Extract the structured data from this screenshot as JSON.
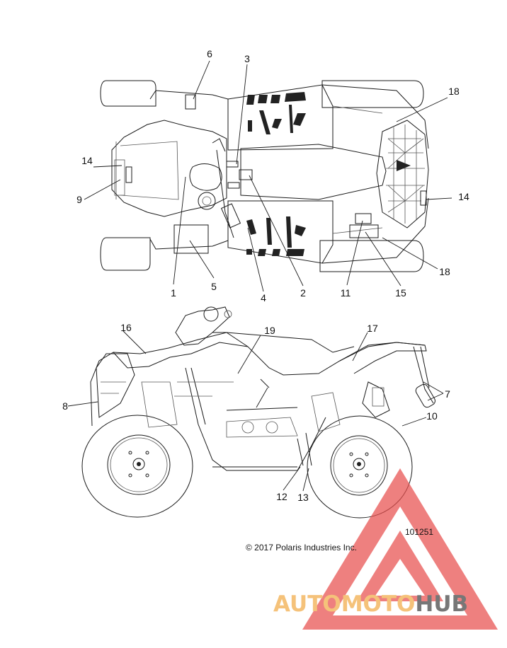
{
  "callouts": {
    "c1": "1",
    "c2": "2",
    "c3": "3",
    "c4": "4",
    "c5": "5",
    "c6": "6",
    "c7": "7",
    "c8": "8",
    "c9": "9",
    "c10": "10",
    "c11": "11",
    "c12": "12",
    "c13": "13",
    "c14a": "14",
    "c14b": "14",
    "c15": "15",
    "c16": "16",
    "c17": "17",
    "c18a": "18",
    "c18b": "18",
    "c19": "19"
  },
  "figure_id": "101251",
  "copyright": "© 2017 Polaris Industries Inc.",
  "watermark": {
    "part1": "AUTOMOTO",
    "part2": "HUB",
    "color_primary": "#f5c27a",
    "color_secondary": "#777777",
    "logo_color": "#e8504f"
  }
}
